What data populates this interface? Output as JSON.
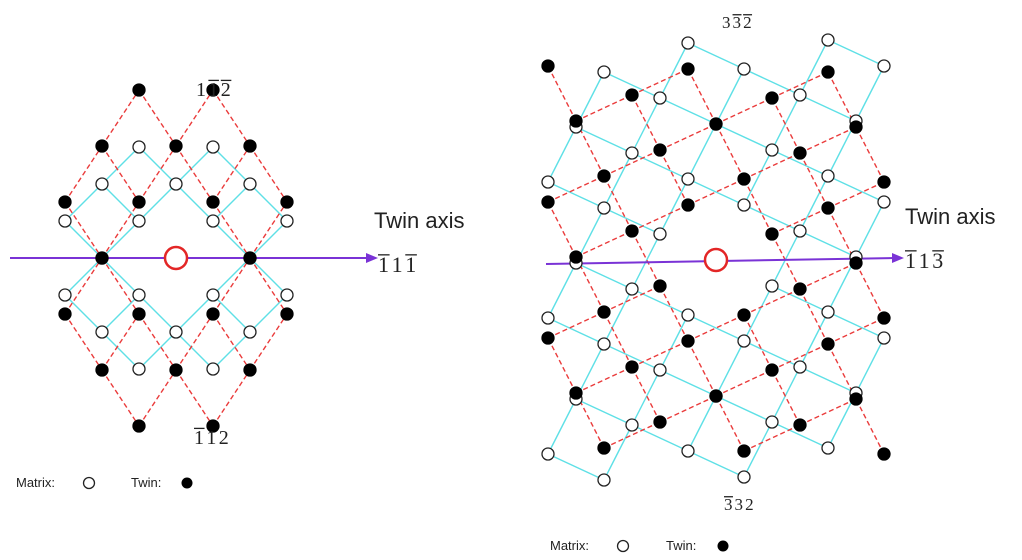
{
  "colors": {
    "matrix_line": "#5ee0e6",
    "twin_line": "#ea3b3b",
    "axis": "#7a33d6",
    "origin": "#e32626",
    "matrix_fill": "#ffffff",
    "twin_fill": "#000000"
  },
  "left_diagram": {
    "label_top": "1̄1 2̄",
    "label_top_parts": [
      "1",
      "1",
      "2"
    ],
    "label_top_bars": [
      false,
      true,
      true
    ],
    "label_bottom_parts": [
      "1",
      "1",
      "2"
    ],
    "label_bottom_bars": [
      true,
      false,
      false
    ],
    "axis_title": "Twin axis",
    "axis_index_parts": [
      "1",
      "1",
      "1"
    ],
    "axis_index_bars": [
      true,
      false,
      true
    ],
    "legend_matrix": "Matrix:",
    "legend_twin": "Twin:"
  },
  "right_diagram": {
    "label_top_parts": [
      "3",
      "3",
      "2"
    ],
    "label_top_bars": [
      false,
      true,
      true
    ],
    "label_bottom_parts": [
      "3",
      "3",
      "2"
    ],
    "label_bottom_bars": [
      true,
      false,
      false
    ],
    "axis_title": "Twin axis",
    "axis_index_parts": [
      "1",
      "1",
      "3"
    ],
    "axis_index_bars": [
      true,
      false,
      true
    ],
    "legend_matrix": "Matrix:",
    "legend_twin": "Twin:"
  }
}
